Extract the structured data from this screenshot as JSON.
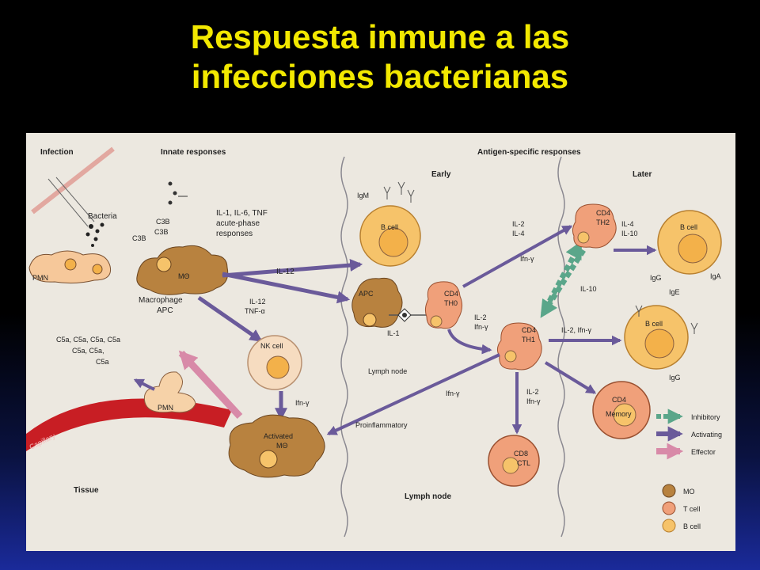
{
  "title": {
    "line1": "Respuesta inmune a las",
    "line2": "infecciones bacterianas"
  },
  "colors": {
    "title": "#f2e800",
    "macrophage": "#b8823f",
    "t_cell": "#f0a07a",
    "b_cell": "#f6c36a",
    "activating": "#6a5a9a",
    "inhibitory": "#5aa68a",
    "effector": "#d88aa8",
    "capillary": "#c81e24"
  },
  "diagram": {
    "headers": {
      "infection": "Infection",
      "innate": "Innate responses",
      "antigen": "Antigen-specific responses",
      "early": "Early",
      "later": "Later",
      "tissue": "Tissue",
      "lymph_node_bottom": "Lymph node",
      "lymph_node_mid": "Lymph node"
    },
    "labels": {
      "bacteria": "Bacteria",
      "c3b_a": "C3B",
      "c3b_b": "C3B",
      "c3b_c": "C3B",
      "pmn_top": "PMN",
      "mo": "MΘ",
      "macrophage": "Macrophage",
      "apc_sub": "APC",
      "il1_line1": "IL-1, IL-6, TNF",
      "il1_line2": "acute-phase",
      "il1_line3": "responses",
      "il12": "IL-12",
      "il12_tnf_1": "IL-12",
      "il12_tnf_2": "TNF-α",
      "c5a_1": "C5a, C5a, C5a, C5a",
      "c5a_2": "C5a, C5a,",
      "c5a_3": "C5a",
      "pmn_bottom": "PMN",
      "capillary": "Capillary",
      "nk_cell": "NK cell",
      "ifn_nk": "Ifn-γ",
      "activated_1": "Activated",
      "activated_2": "MΘ",
      "igm": "IgM",
      "b_cell_early": "B cell",
      "apc": "APC",
      "il1_small": "IL-1",
      "cd4_th0_1": "CD4",
      "cd4_th0_2": "TH0",
      "il2_il4_1": "IL-2",
      "il2_il4_2": "IL-4",
      "ifn_mid": "Ifn-γ",
      "il10": "IL-10",
      "il2_ifn_1": "IL-2",
      "il2_ifn_2": "Ifn-γ",
      "cd4_th1_1": "CD4",
      "cd4_th1_2": "TH1",
      "cd4_th2_1": "CD4",
      "cd4_th2_2": "TH2",
      "il4_il10_1": "IL-4",
      "il4_il10_2": "IL-10",
      "b_cell_later": "B cell",
      "igg_a": "IgG",
      "iga": "IgA",
      "ige": "IgE",
      "il2_ifn_right": "IL-2, Ifn-γ",
      "b_cell_later2": "B cell",
      "igg_b": "IgG",
      "ifn_left": "Ifn-γ",
      "proinflammatory": "Proinflammatory",
      "il2_ifn_down_1": "IL-2",
      "il2_ifn_down_2": "Ifn-γ",
      "cd8_1": "CD8",
      "cd8_2": "CTL",
      "cd4_mem_1": "CD4",
      "cd4_mem_2": "Memory"
    },
    "legend": {
      "inhibitory": "Inhibitory",
      "activating": "Activating",
      "effector": "Effector",
      "mo": "MO",
      "t_cell": "T cell",
      "b_cell": "B cell"
    }
  }
}
